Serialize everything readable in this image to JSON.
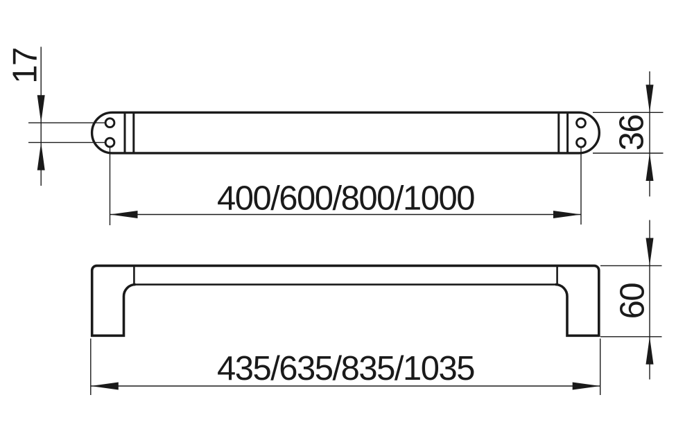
{
  "colors": {
    "background": "#ffffff",
    "line": "#1a1a1a"
  },
  "views": {
    "top_view": {
      "hole_pitch_label": "400/600/800/1000",
      "bar_width_label": "36",
      "hole_spacing_label": "17"
    },
    "front_view": {
      "overall_width_label": "435/635/835/1035",
      "overall_height_label": "60"
    }
  }
}
